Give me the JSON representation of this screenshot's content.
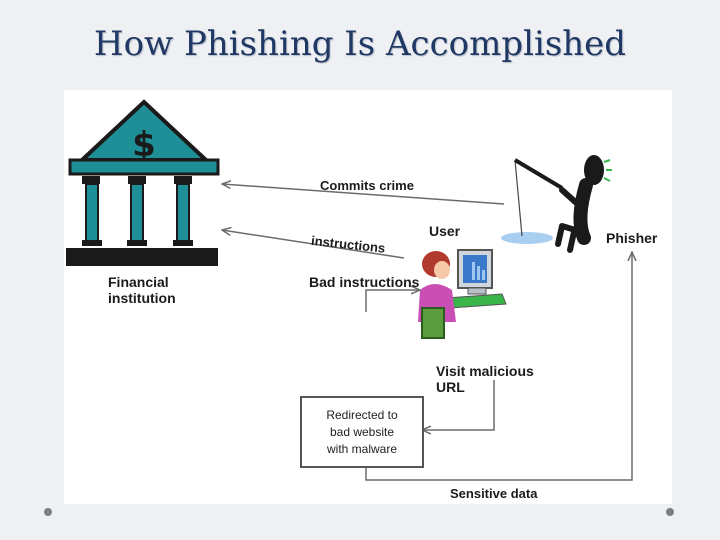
{
  "title": "How Phishing Is Accomplished",
  "bank_symbol": "$",
  "labels": {
    "financial_institution": "Financial\ninstitution",
    "commits_crime": "Commits crime",
    "instructions": "instructions",
    "user": "User",
    "phisher": "Phisher",
    "bad_instructions": "Bad instructions",
    "visit_malicious_url": "Visit malicious\nURL",
    "redirected": "Redirected to\nbad website\nwith malware",
    "sensitive_data": "Sensitive data"
  },
  "colors": {
    "title": "#1f3864",
    "bank_teal": "#1e8f96",
    "bank_dark": "#1a1a1a",
    "arrow": "#6b6b6b",
    "accent_green": "#39b54a",
    "monitor_blue": "#3a78c9"
  },
  "icons": [
    "bank-icon",
    "user-at-computer-icon",
    "phisher-fishing-icon"
  ]
}
